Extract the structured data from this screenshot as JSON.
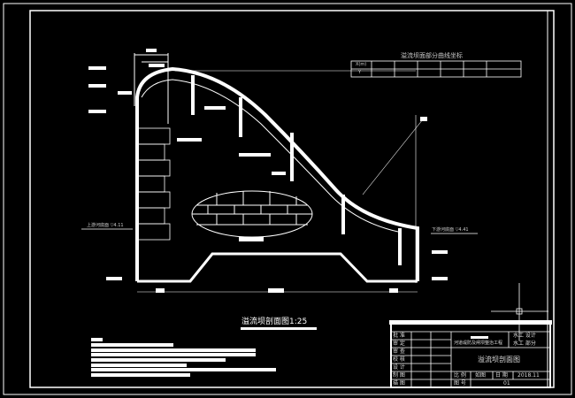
{
  "drawing": {
    "title": "溢流坝剖面图1:25",
    "upstream_label": "上游河底面 ▽4.11",
    "downstream_label": "下游河底面 ▽4.41",
    "coord_table": {
      "title": "溢流坝面部分曲线坐标",
      "row_labels": [
        "X(m)",
        "Y"
      ]
    }
  },
  "title_block": {
    "left_labels": [
      "批 准",
      "审 定",
      "审 查",
      "校 核",
      "设 计",
      "制 图",
      "描 图"
    ],
    "project": "河道堤防及闸坝整治工程",
    "dept_1": "水工 设计",
    "dept_2": "水工 部分",
    "drawing_name": "溢流坝剖面图",
    "scale_label": "比 例",
    "scale_value": "如图",
    "date_label": "日 期",
    "date_value": "2018.11",
    "number_label": "图 号",
    "number_value": "01"
  },
  "colors": {
    "background": "#000000",
    "line": "#ffffff"
  }
}
